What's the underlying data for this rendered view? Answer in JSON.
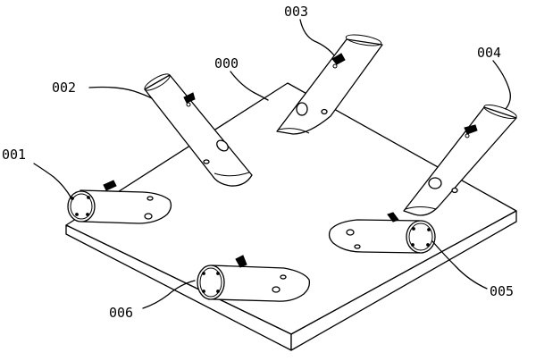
{
  "figure": {
    "labels": {
      "base": "000",
      "part1": "001",
      "part2": "002",
      "part3": "003",
      "part4": "004",
      "part5": "005",
      "part6": "006"
    }
  }
}
